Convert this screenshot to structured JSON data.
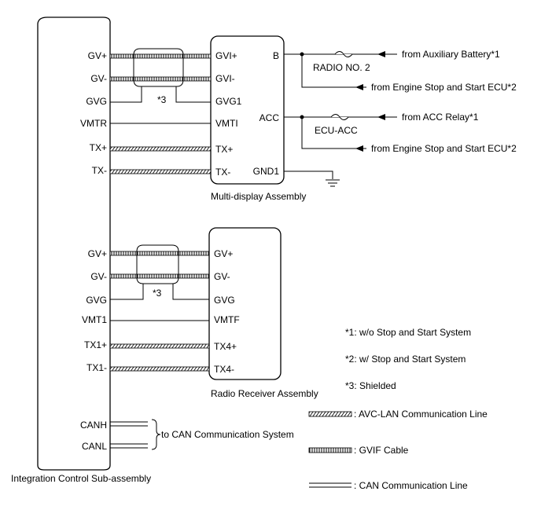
{
  "components": {
    "integration": "Integration Control Sub-assembly",
    "multi_display": "Multi-display Assembly",
    "radio_receiver": "Radio Receiver Assembly"
  },
  "integration_pins": {
    "gv_plus_1": "GV+",
    "gv_minus_1": "GV-",
    "gvg_1": "GVG",
    "vmtr": "VMTR",
    "tx_plus": "TX+",
    "tx_minus": "TX-",
    "gv_plus_2": "GV+",
    "gv_minus_2": "GV-",
    "gvg_2": "GVG",
    "vmt1": "VMT1",
    "tx1_plus": "TX1+",
    "tx1_minus": "TX1-",
    "canh": "CANH",
    "canl": "CANL"
  },
  "multi_display_pins": {
    "gvi_plus": "GVI+",
    "gvi_minus": "GVI-",
    "gvg1": "GVG1",
    "vmti": "VMTI",
    "tx_plus": "TX+",
    "tx_minus": "TX-",
    "b": "B",
    "acc": "ACC",
    "gnd1": "GND1"
  },
  "radio_pins": {
    "gv_plus": "GV+",
    "gv_minus": "GV-",
    "gvg": "GVG",
    "vmtf": "VMTF",
    "tx4_plus": "TX4+",
    "tx4_minus": "TX4-"
  },
  "shield_marks": {
    "top": "*3",
    "bottom": "*3"
  },
  "power": {
    "fuse_radio": "RADIO NO. 2",
    "fuse_ecu_acc": "ECU-ACC",
    "src_aux_battery": "from Auxiliary Battery*1",
    "src_engine_ecu_1": "from Engine Stop and Start ECU*2",
    "src_acc_relay": "from ACC Relay*1",
    "src_engine_ecu_2": "from Engine Stop and Start ECU*2"
  },
  "can_destination": "to CAN Communication System",
  "notes": {
    "n1": "*1: w/o Stop and Start System",
    "n2": "*2: w/ Stop and Start System",
    "n3": "*3: Shielded"
  },
  "legend": {
    "avc_lan": ": AVC-LAN Communication Line",
    "gvif": ": GVIF Cable",
    "can": ": CAN Communication Line"
  }
}
